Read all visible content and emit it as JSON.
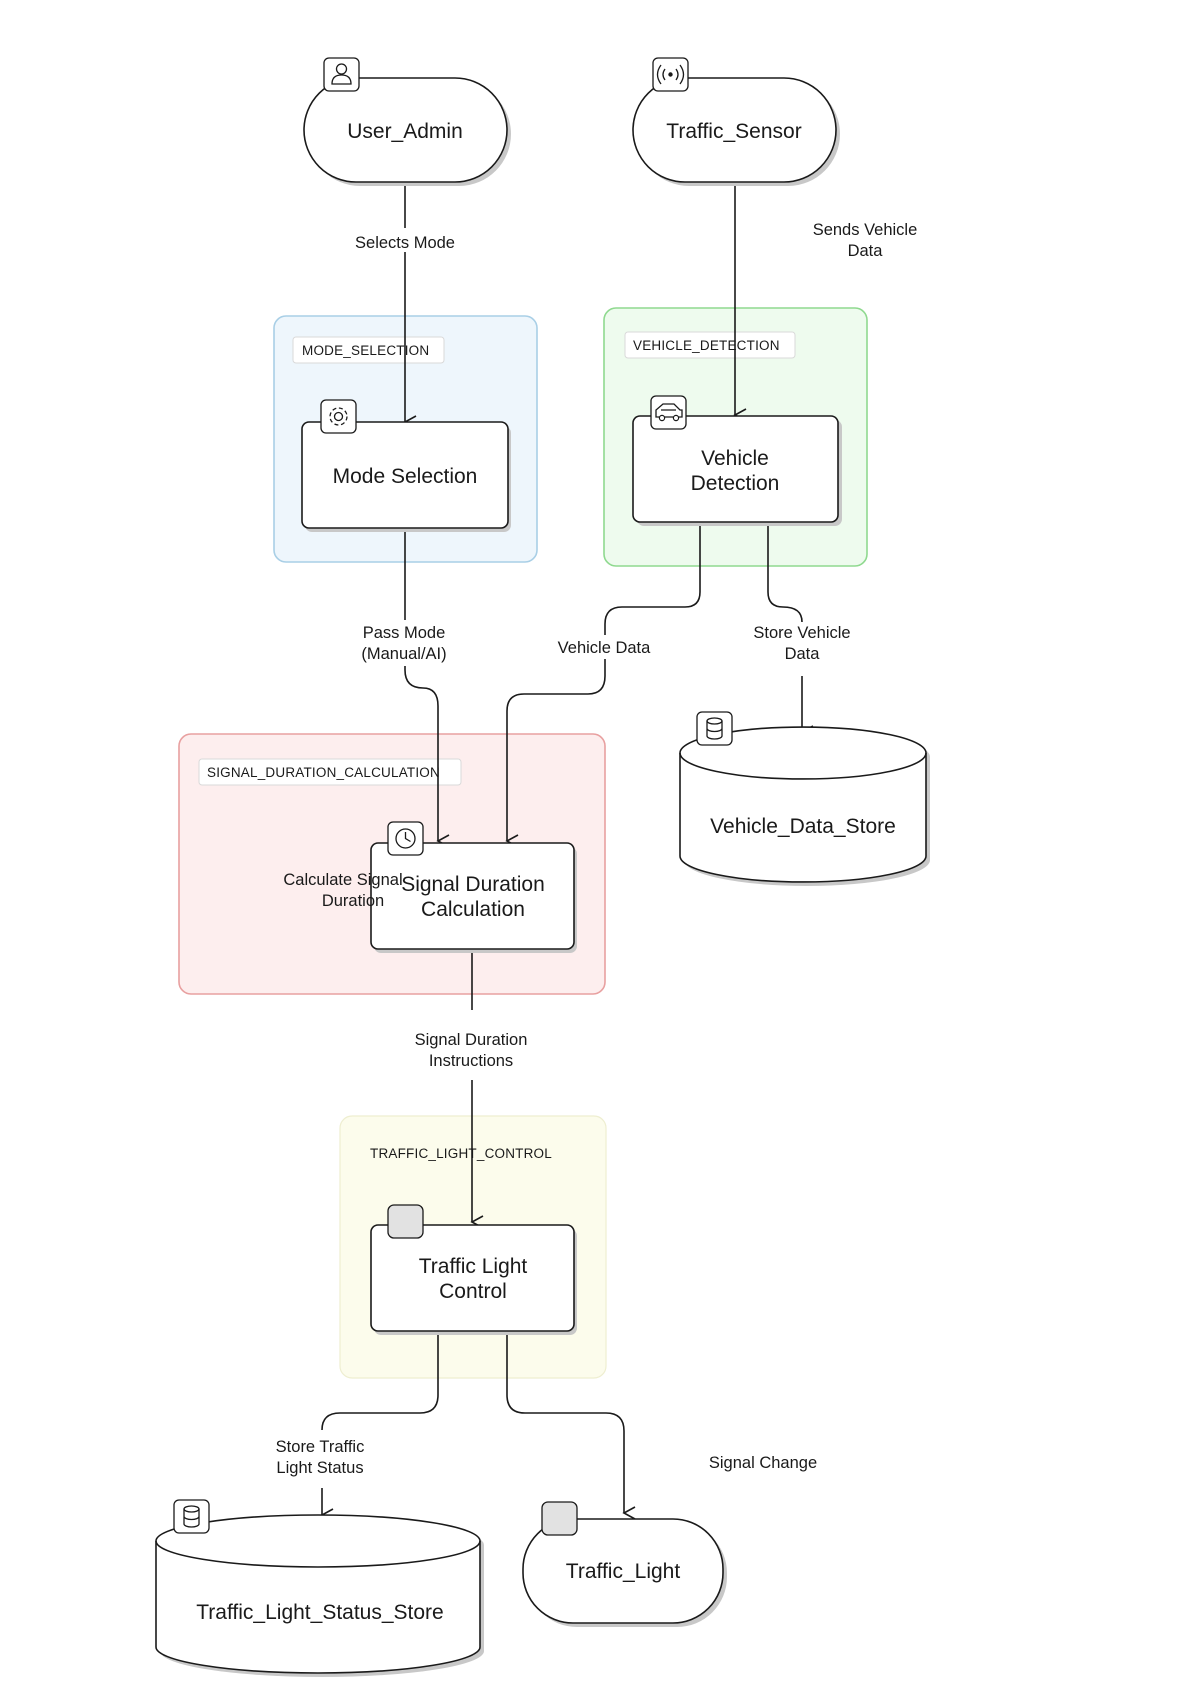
{
  "actors": {
    "user_admin": "User_Admin",
    "traffic_sensor": "Traffic_Sensor",
    "traffic_light": "Traffic_Light"
  },
  "groups": {
    "mode_selection": {
      "tag": "MODE_SELECTION",
      "color": "#eef6fc",
      "border": "#a9cfe6"
    },
    "vehicle_detection": {
      "tag": "VEHICLE_DETECTION",
      "color": "#eefbee",
      "border": "#8fd98f"
    },
    "signal_duration_calculation": {
      "tag": "SIGNAL_DURATION_CALCULATION",
      "color": "#fdeeee",
      "border": "#e8a0a0"
    },
    "traffic_light_control": {
      "tag": "TRAFFIC_LIGHT_CONTROL",
      "color": "#fcfcec",
      "border": "#eeeed0"
    }
  },
  "processes": {
    "mode_selection": [
      "Mode Selection"
    ],
    "vehicle_detection": [
      "Vehicle",
      "Detection"
    ],
    "signal_duration_calculation": [
      "Signal Duration",
      "Calculation"
    ],
    "traffic_light_control": [
      "Traffic Light",
      "Control"
    ]
  },
  "stores": {
    "vehicle_data_store": "Vehicle_Data_Store",
    "traffic_light_status_store": "Traffic_Light_Status_Store"
  },
  "edge_labels": {
    "selects_mode": [
      "Selects Mode"
    ],
    "sends_vehicle_data": [
      "Sends Vehicle",
      "Data"
    ],
    "pass_mode": [
      "Pass Mode",
      "(Manual/AI)"
    ],
    "vehicle_data": [
      "Vehicle Data"
    ],
    "store_vehicle_data": [
      "Store Vehicle",
      "Data"
    ],
    "calculate_signal_duration": [
      "Calculate Signal",
      "Duration"
    ],
    "signal_duration_instructions": [
      "Signal Duration",
      "Instructions"
    ],
    "store_traffic_light_status": [
      "Store Traffic",
      "Light Status"
    ],
    "signal_change": [
      "Signal Change"
    ]
  },
  "icons": {
    "user_admin": "user-icon",
    "traffic_sensor": "sensor-signal-icon",
    "mode_selection": "gear-icon",
    "vehicle_detection": "car-icon",
    "signal_duration_calculation": "clock-icon",
    "traffic_light_control": "blank-icon",
    "traffic_light": "blank-icon",
    "vehicle_data_store": "database-icon",
    "traffic_light_status_store": "database-icon"
  }
}
